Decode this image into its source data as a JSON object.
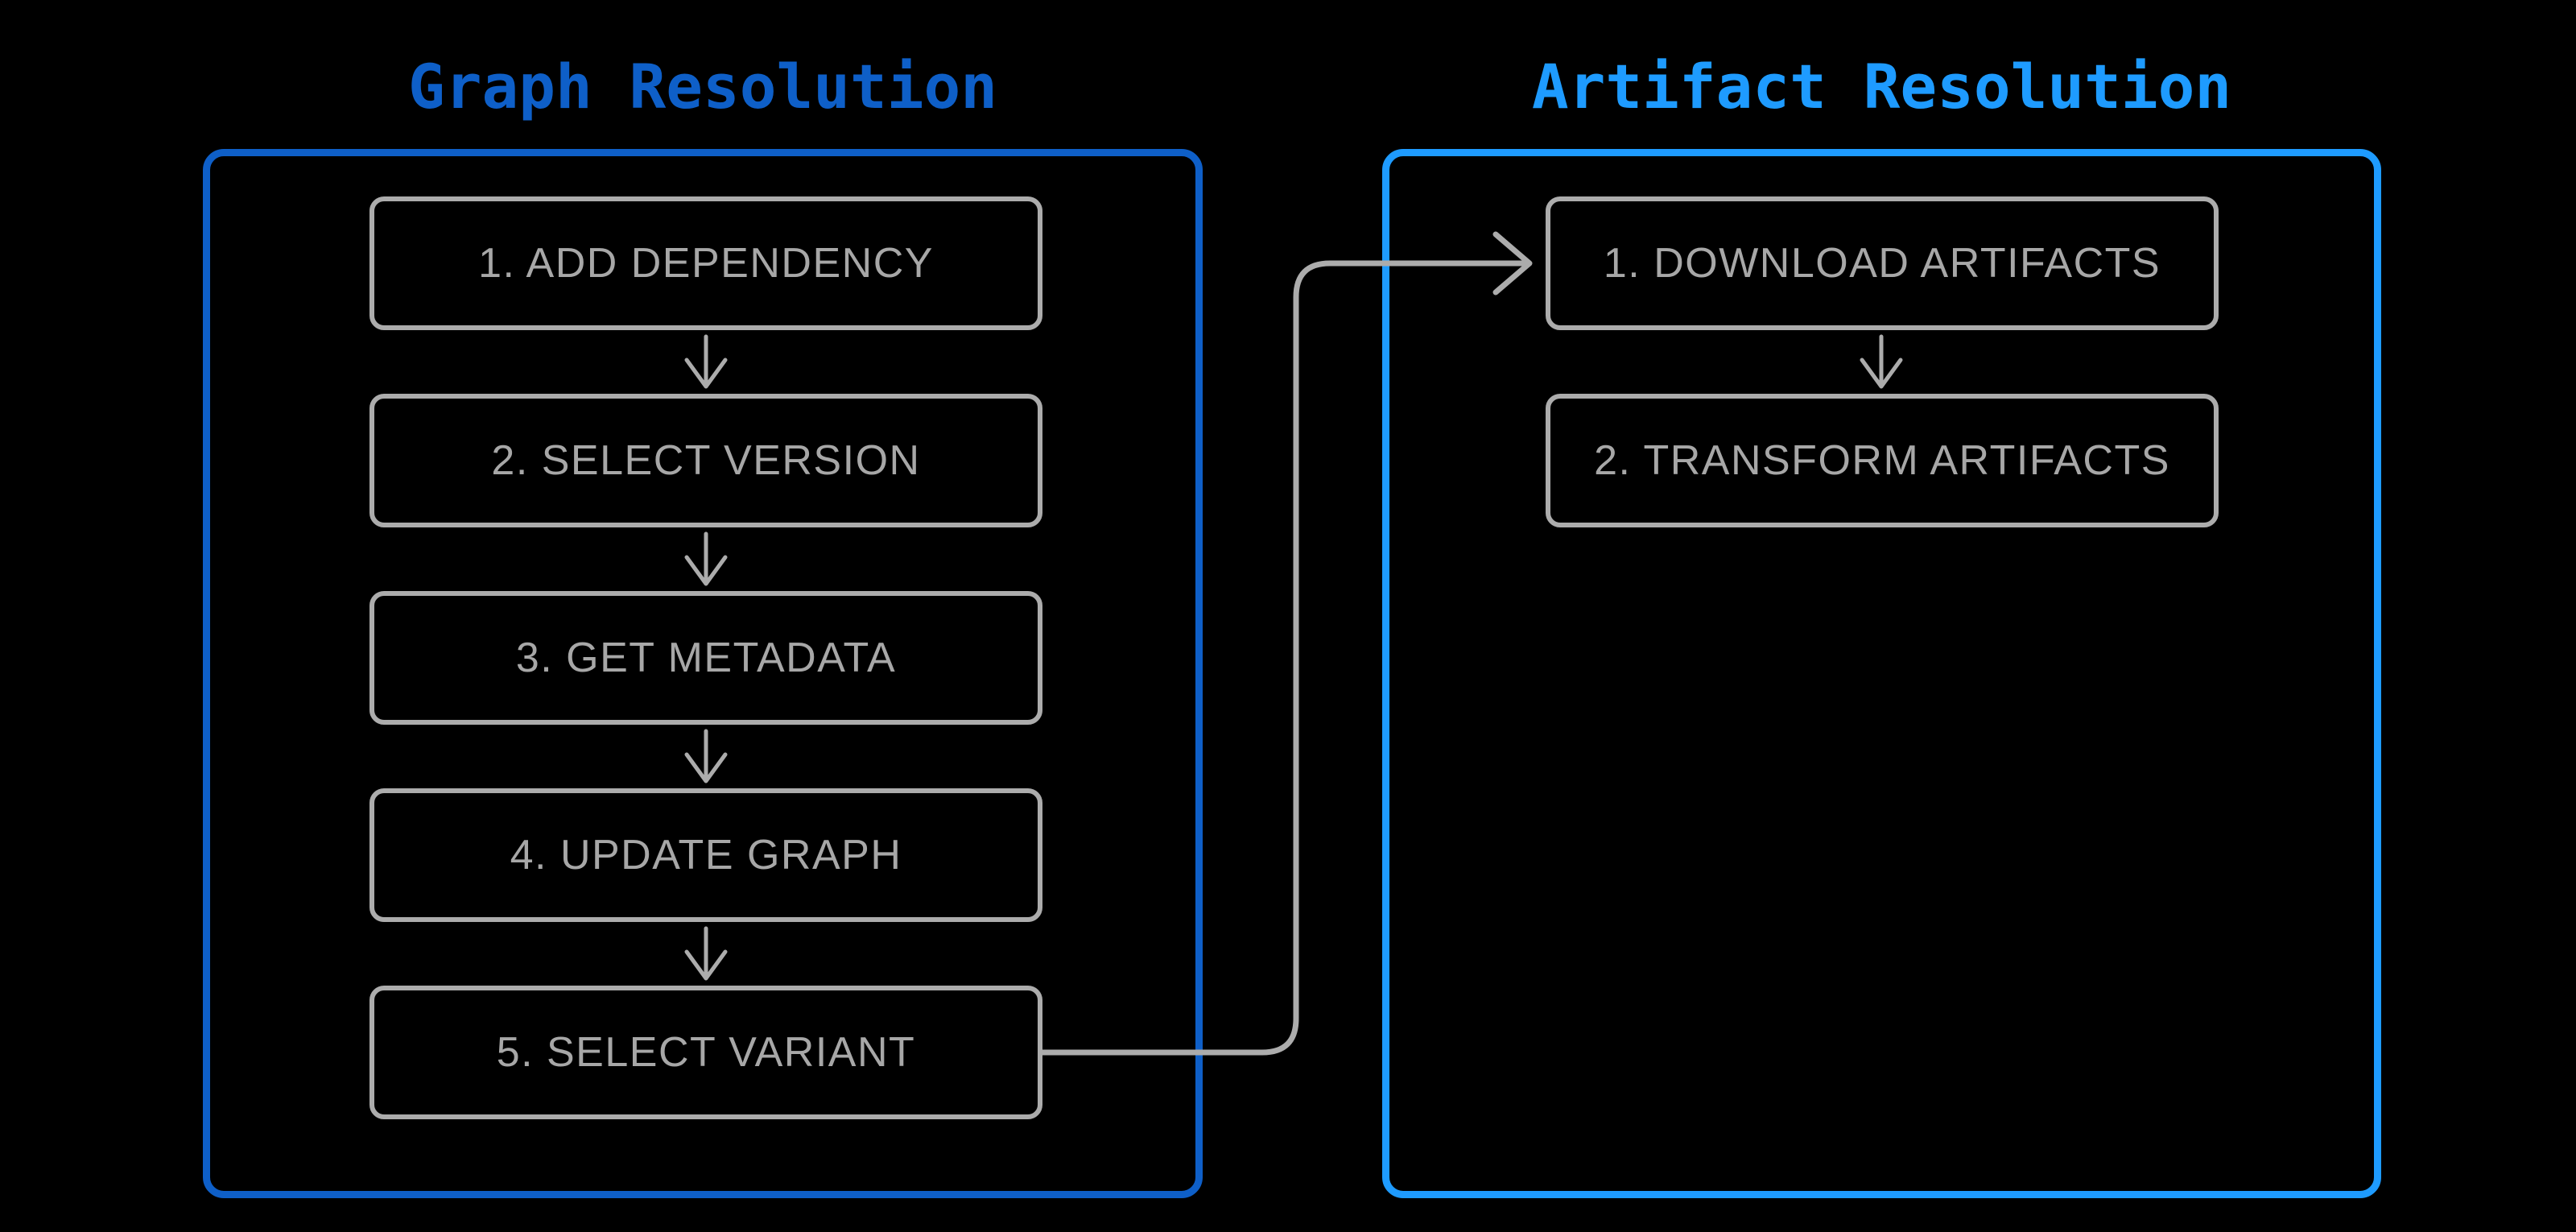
{
  "page": {
    "background": "#000000"
  },
  "graph_resolution": {
    "title": "Graph Resolution",
    "accent_color": "#0E5FC8",
    "steps": [
      "1. ADD DEPENDENCY",
      "2. SELECT VERSION",
      "3. GET METADATA",
      "4. UPDATE GRAPH",
      "5. SELECT VARIANT"
    ]
  },
  "artifact_resolution": {
    "title": "Artifact Resolution",
    "accent_color": "#1E9BFF",
    "steps": [
      "1. DOWNLOAD ARTIFACTS",
      "2. TRANSFORM ARTIFACTS"
    ]
  },
  "flow": {
    "box_border_color": "#ACACAC",
    "box_text_color": "#A7A7A7",
    "arrow_color": "#ACACAC",
    "connector_from": "5. SELECT VARIANT",
    "connector_to": "1. DOWNLOAD ARTIFACTS"
  }
}
